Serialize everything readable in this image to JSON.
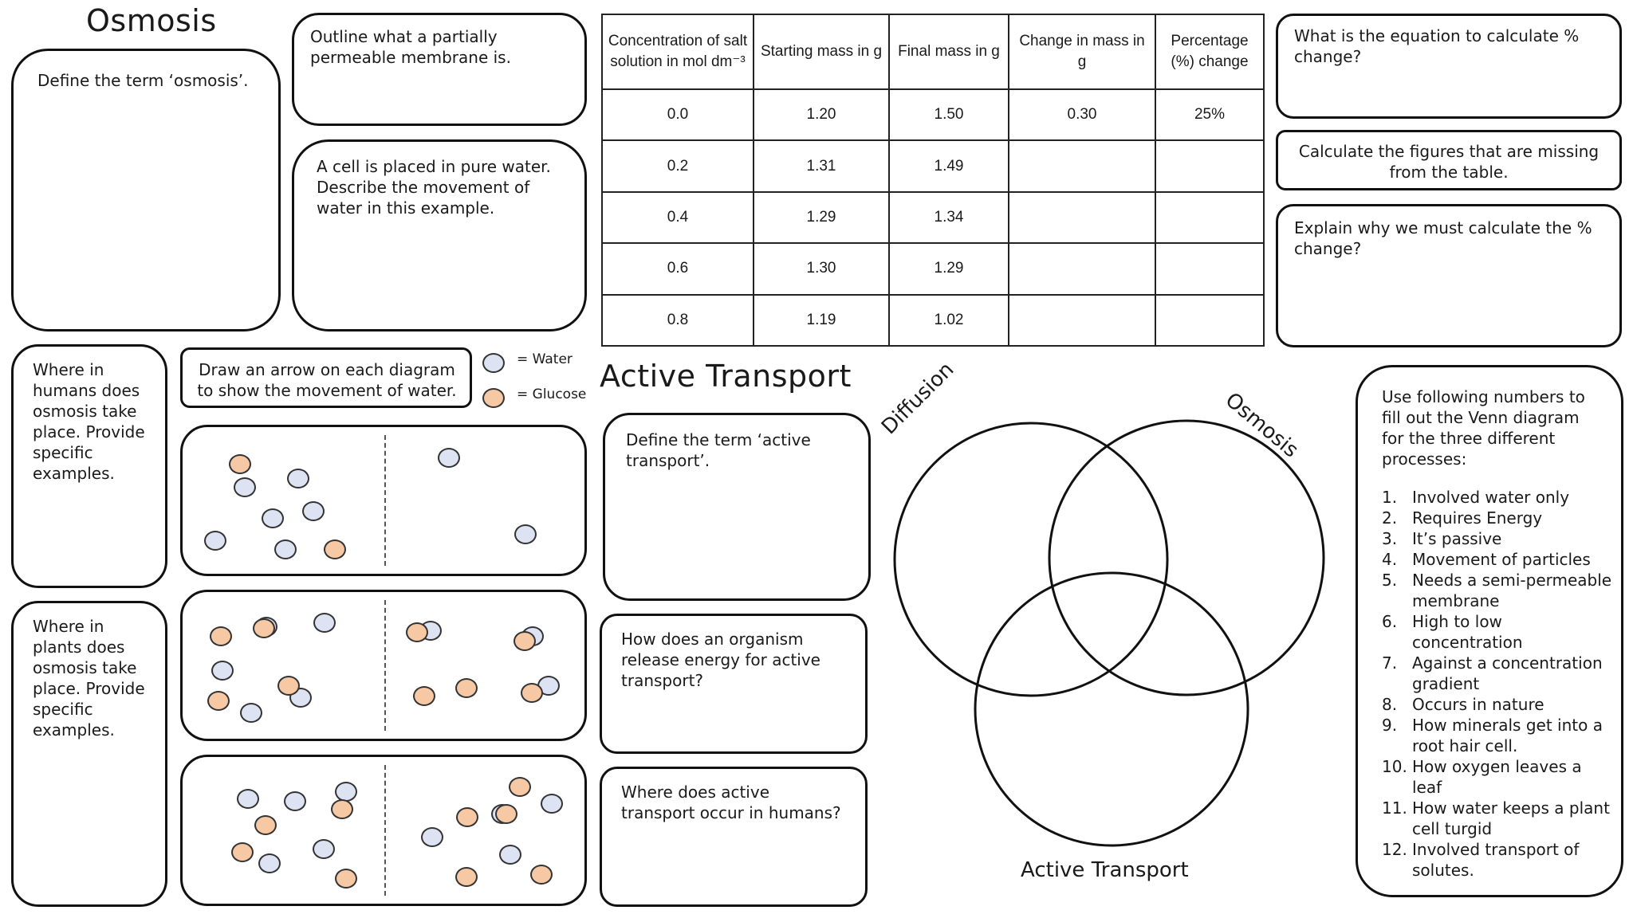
{
  "osmosis": {
    "title": "Osmosis",
    "q_define": "Define the term ‘osmosis’.",
    "q_membrane": "Outline what a partially\npermeable membrane is.",
    "q_pure_water": "A cell is placed in pure water.\nDescribe the movement of\nwater in this example.",
    "q_humans": "Where in\nhumans does\nosmosis take\nplace. Provide\nspecific\nexamples.",
    "q_plants": "Where in\nplants does\nosmosis take\nplace. Provide\nspecific\nexamples.",
    "q_arrow": "Draw an arrow on each diagram\nto show the movement of water."
  },
  "legend": {
    "water": "= Water",
    "glucose": "= Glucose",
    "water_color": "#dde3f2",
    "glucose_color": "#f6c8a4"
  },
  "diagrams": [
    {
      "left_water": 6,
      "left_glucose": 2,
      "right_water": 2,
      "right_glucose": 0
    },
    {
      "left_water": 5,
      "left_glucose": 4,
      "right_water": 3,
      "right_glucose": 5
    },
    {
      "left_water": 5,
      "left_glucose": 4,
      "right_water": 4,
      "right_glucose": 5
    }
  ],
  "table": {
    "headers": [
      "Concentration of salt solution in mol dm⁻³",
      "Starting mass in g",
      "Final mass in g",
      "Change in mass in g",
      "Percentage (%) change"
    ],
    "rows": [
      [
        "0.0",
        "1.20",
        "1.50",
        "0.30",
        "25%"
      ],
      [
        "0.2",
        "1.31",
        "1.49",
        "",
        ""
      ],
      [
        "0.4",
        "1.29",
        "1.34",
        "",
        ""
      ],
      [
        "0.6",
        "1.30",
        "1.29",
        "",
        ""
      ],
      [
        "0.8",
        "1.19",
        "1.02",
        "",
        ""
      ]
    ]
  },
  "right_questions": {
    "equation": "What is the equation to calculate %\nchange?",
    "calculate": "Calculate the figures that are missing\nfrom the table.",
    "explain": "Explain why we must calculate the %\nchange?"
  },
  "active_transport": {
    "title": "Active Transport",
    "q_define": "Define the term ‘active\ntransport’.",
    "q_energy": "How does an organism\nrelease energy for active\ntransport?",
    "q_humans": "Where does active\ntransport occur in humans?"
  },
  "venn": {
    "label_diffusion": "Diffusion",
    "label_osmosis": "Osmosis",
    "label_active": "Active Transport"
  },
  "processes": {
    "intro": "Use following numbers to\nfill out the Venn diagram\nfor the three different\nprocesses:",
    "items": [
      {
        "n": "1.",
        "text": "Involved water only"
      },
      {
        "n": "2.",
        "text": "Requires Energy"
      },
      {
        "n": "3.",
        "text": "It’s passive"
      },
      {
        "n": "4.",
        "text": "Movement of particles"
      },
      {
        "n": "5.",
        "text": "Needs a semi-permeable membrane"
      },
      {
        "n": "6.",
        "text": "High to low concentration"
      },
      {
        "n": "7.",
        "text": "Against a concentration gradient"
      },
      {
        "n": "8.",
        "text": "Occurs in nature"
      },
      {
        "n": "9.",
        "text": "How minerals get into a root hair cell."
      },
      {
        "n": "10.",
        "text": "How oxygen leaves a leaf"
      },
      {
        "n": "11.",
        "text": "How water keeps a plant cell turgid"
      },
      {
        "n": "12.",
        "text": "Involved transport of solutes."
      }
    ]
  }
}
